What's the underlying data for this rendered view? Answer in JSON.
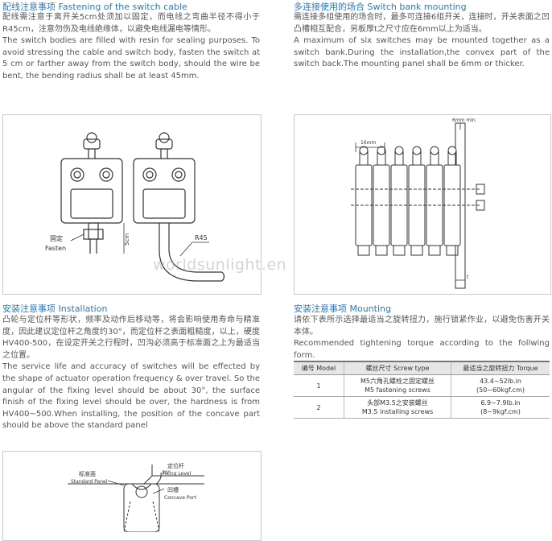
{
  "left": {
    "cable": {
      "title": "配线注意事项 Fastening of the switch cable",
      "zh": "配线需注意于离开关5cm处须加以固定，而电线之弯曲半径不得小于R45cm，注意勿伤及电线绝缘体，以避免电线漏电等情形。",
      "en": "The switch bodies are filled with resin for sealing purposes. To avoid stressing the cable and switch body, fasten the switch at 5 cm or farther away from the switch body, should the wire be bent, the bending radius shall be at least 45mm."
    },
    "fig1": {
      "fasten_zh": "固定",
      "fasten_en": "Fasten",
      "dim_5cm": "5cm",
      "r45": "R45",
      "watermark": "worldsunlight.en"
    },
    "install": {
      "title": "安装注意事项 Installation",
      "zh": "凸轮与定位杆等形状，频率及动作后移动等，将会影响使用寿命与精准度，因此建议定位杆之角度约30°，而定位杆之表面粗糙度，以上，硬度HV400-500，在设定开关之行程时，凹沟必须高于标准面之上为最适当之位置。",
      "en": "The service life and accuracy of switches will be effected by the shape of actuator operation frequency & over travel. So the angular of the fixing level should be about 30°, the surface finish of the fixing level should be over, the hardness is from HV400~500.When installing, the position of the concave part should be above the standard panel"
    },
    "fig3": {
      "standard_panel_zh": "标准面",
      "standard_panel_en": "Standard Panel",
      "fixing_level_zh": "定位杆",
      "fixing_level_en": "Fixing Level",
      "concave_zh": "凹槽",
      "concave_en": "Concave Port",
      "angle": "30°"
    }
  },
  "right": {
    "bank": {
      "title": "多连接使用的场合 Switch bank mounting",
      "zh": "需连接多组使用的场合时，最多可连接6组开关，连接时，开关表面之凹凸槽相互配合，另板厚t之尺寸应在6mm以上为适当。",
      "en": "A maximum of six switches may be mounted together as a switch bank.During the installation,the convex part of the switch back.The mounting panel shall be 6mm or thicker."
    },
    "fig2": {
      "dim_16mm": "16mm",
      "dim_6mm": "6mm min.",
      "dim_t": "t"
    },
    "mounting": {
      "title": "安装注意事项 Mounting",
      "zh": "请依下表所示选择最适当之旋转扭力，施行锁紧作业，以避免伤害开关本体。",
      "en": "Recommended tightening torque according to the follwing form.",
      "headers": [
        "编号 Model",
        "螺丝尺寸 Screw type",
        "最适当之旋转扭力 Torque"
      ],
      "rows": [
        {
          "model": "1",
          "screw_zh": "M5六角孔螺栓之固定螺丝",
          "screw_en": "M5 fastening screws",
          "torque_a": "43.4~52lb.in",
          "torque_b": "(50~60kgf.cm)"
        },
        {
          "model": "2",
          "screw_zh": "头部M3.5之安装螺丝",
          "screw_en": "M3.5 installing screws",
          "torque_a": "6.9~7.9lb.in",
          "torque_b": "(8~9kgf.cm)"
        }
      ]
    }
  }
}
